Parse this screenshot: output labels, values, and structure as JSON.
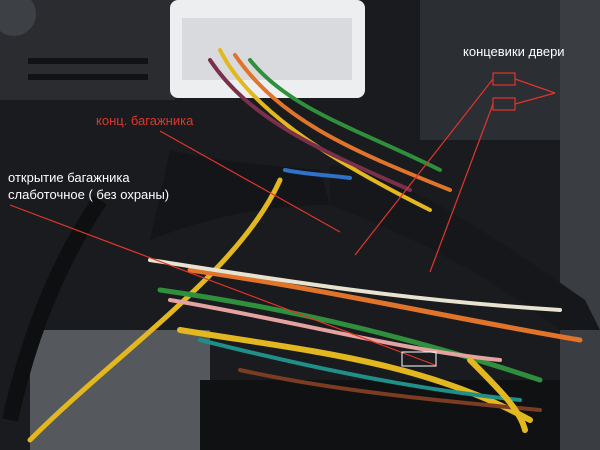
{
  "labels": {
    "door_switches": "концевики двери",
    "trunk_switch": "конц. багажника",
    "trunk_open_line1": "открытие багажника",
    "trunk_open_line2": "слаботочное ( без охраны)"
  },
  "colors": {
    "annotation_red": "#e0352b",
    "annotation_white": "#ffffff",
    "connector": "#eceef0",
    "background": "#1a1b1e",
    "tape": "#16171a"
  },
  "wires": [
    {
      "color": "yellow",
      "hex": "#e2b71f"
    },
    {
      "color": "green",
      "hex": "#2f8f3c"
    },
    {
      "color": "orange",
      "hex": "#e0742a"
    },
    {
      "color": "purple",
      "hex": "#7a2f4a"
    },
    {
      "color": "blue",
      "hex": "#2e73c9"
    },
    {
      "color": "teal",
      "hex": "#1f8f88"
    },
    {
      "color": "brown",
      "hex": "#7a3d22"
    },
    {
      "color": "white",
      "hex": "#e8e2d0"
    },
    {
      "color": "pink",
      "hex": "#e4a3a0"
    }
  ]
}
